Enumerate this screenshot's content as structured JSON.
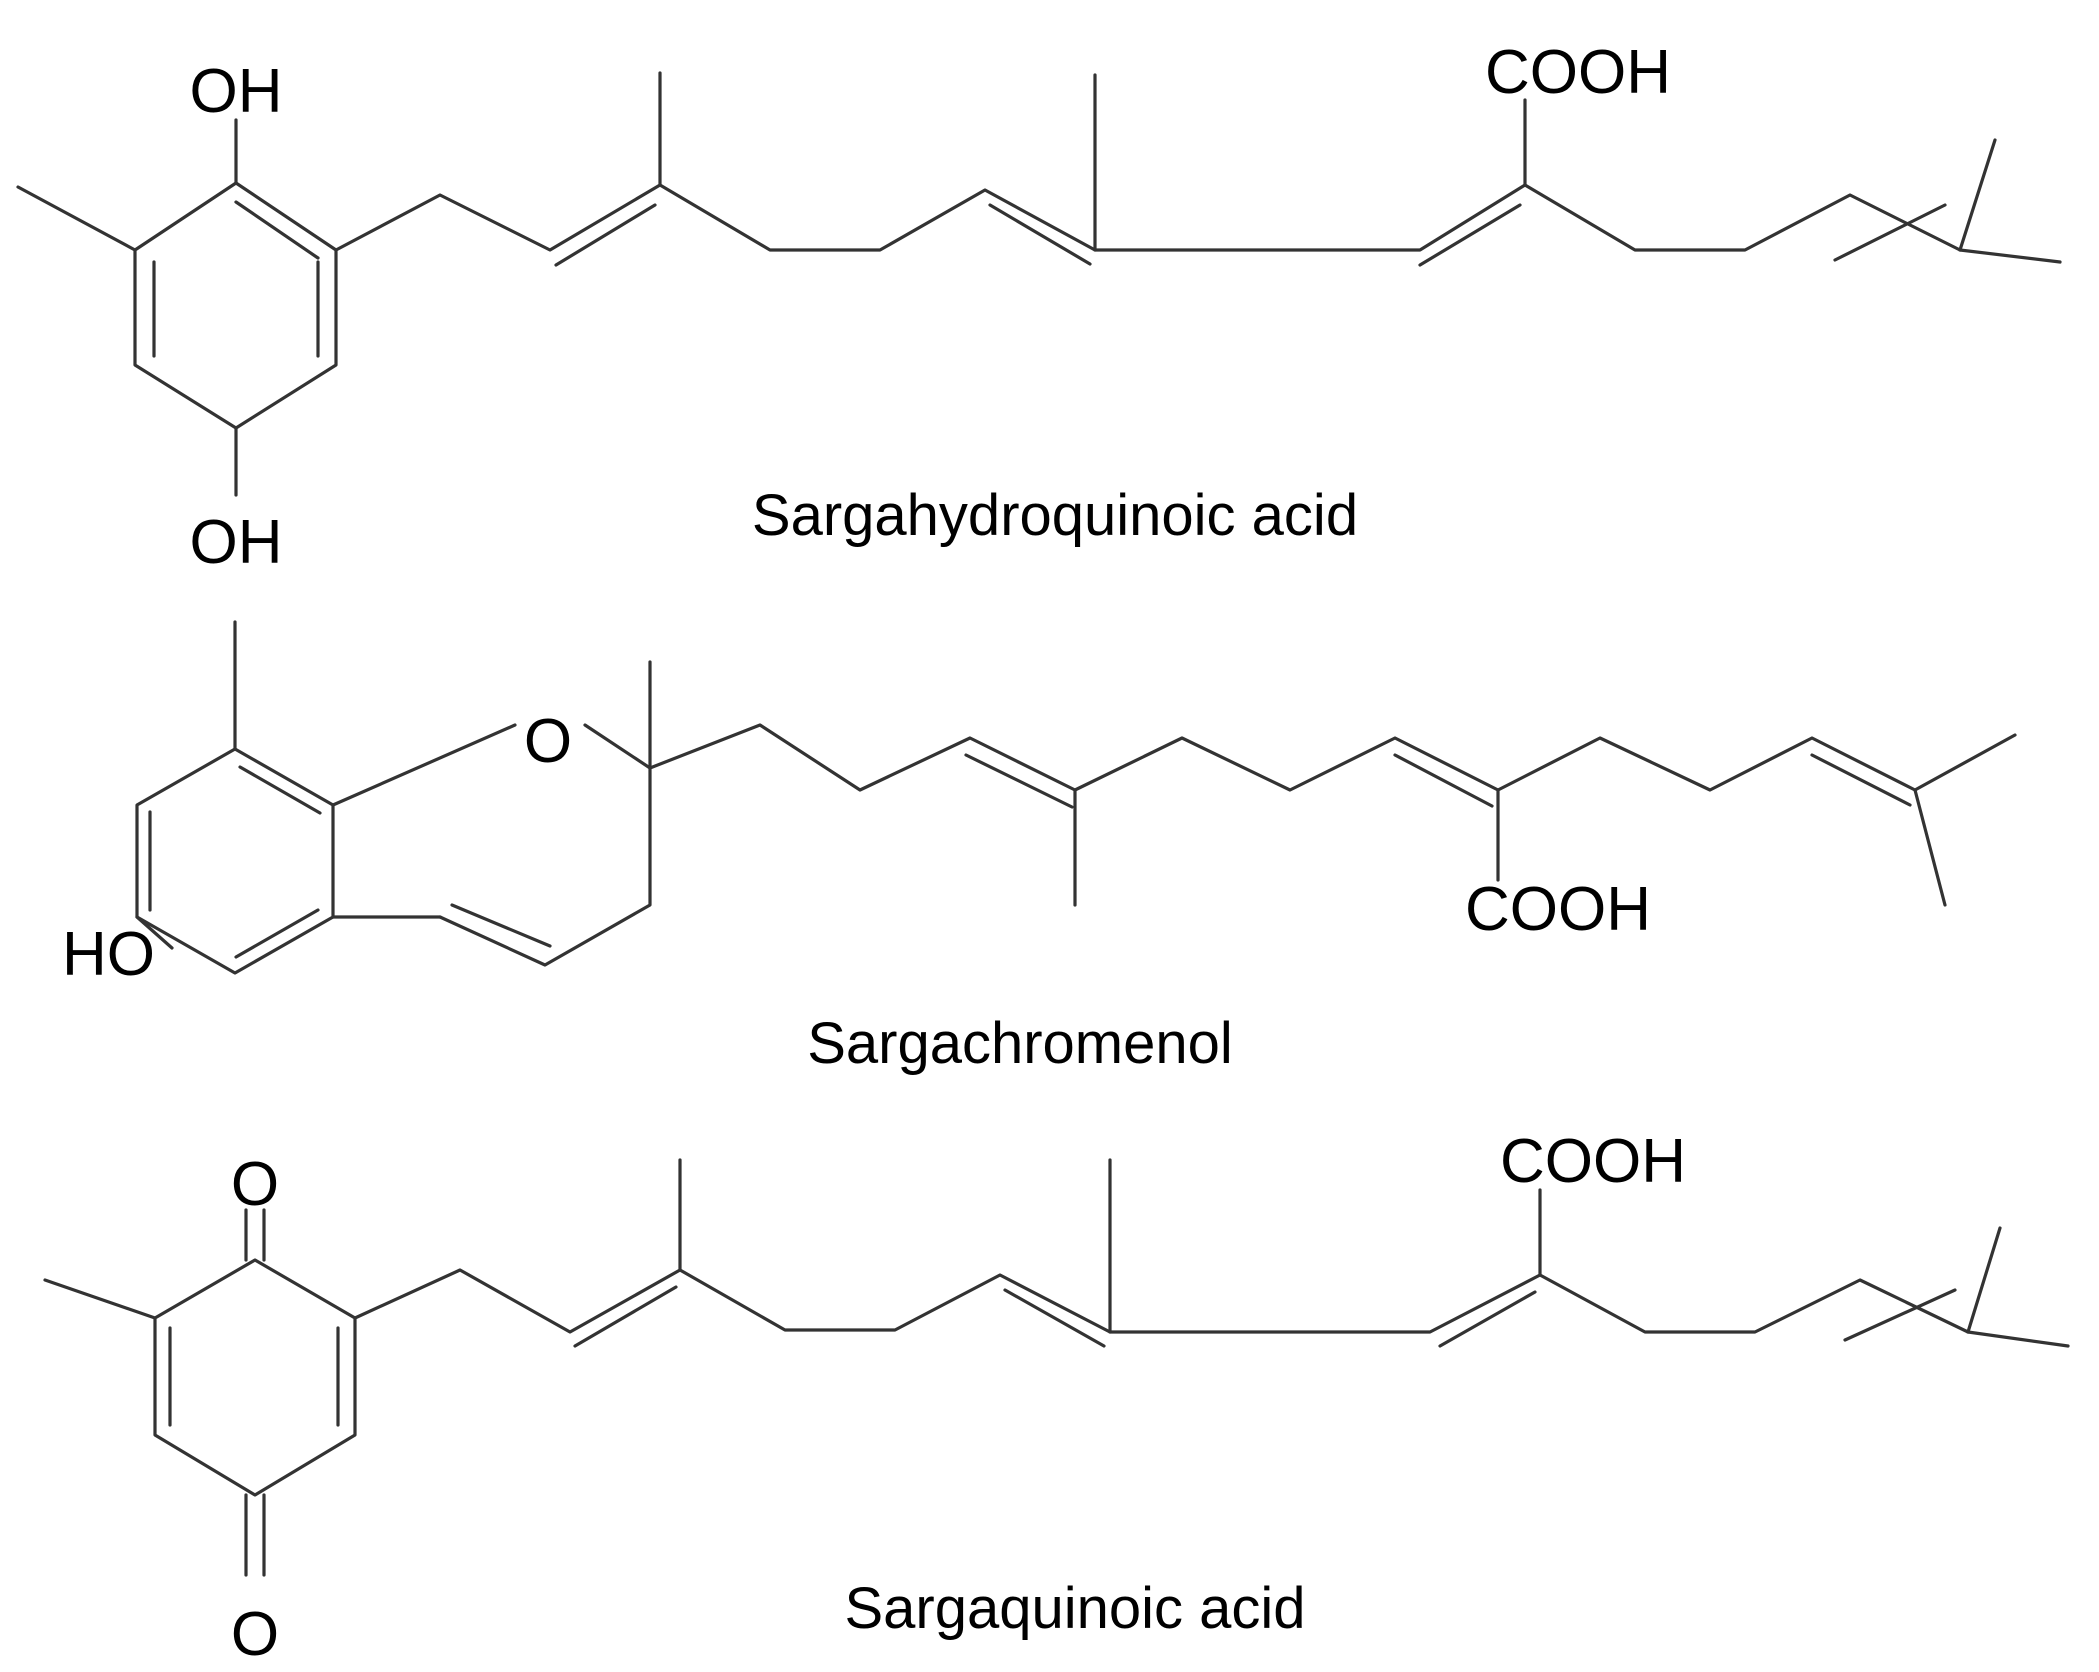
{
  "figure": {
    "compounds": [
      {
        "name": "Sargahydroquinoic acid",
        "atom_labels": {
          "top_hydroxyl": "OH",
          "bottom_hydroxyl": "OH",
          "carboxyl": "COOH"
        }
      },
      {
        "name": "Sargachromenol",
        "atom_labels": {
          "ring_oxygen": "O",
          "hydroxyl": "HO",
          "carboxyl": "COOH"
        }
      },
      {
        "name": "Sargaquinoic acid",
        "atom_labels": {
          "top_carbonyl": "O",
          "bottom_carbonyl": "O",
          "carboxyl": "COOH"
        }
      }
    ],
    "colors": {
      "bond": "#333333",
      "text": "#000000",
      "background": "#ffffff"
    }
  }
}
